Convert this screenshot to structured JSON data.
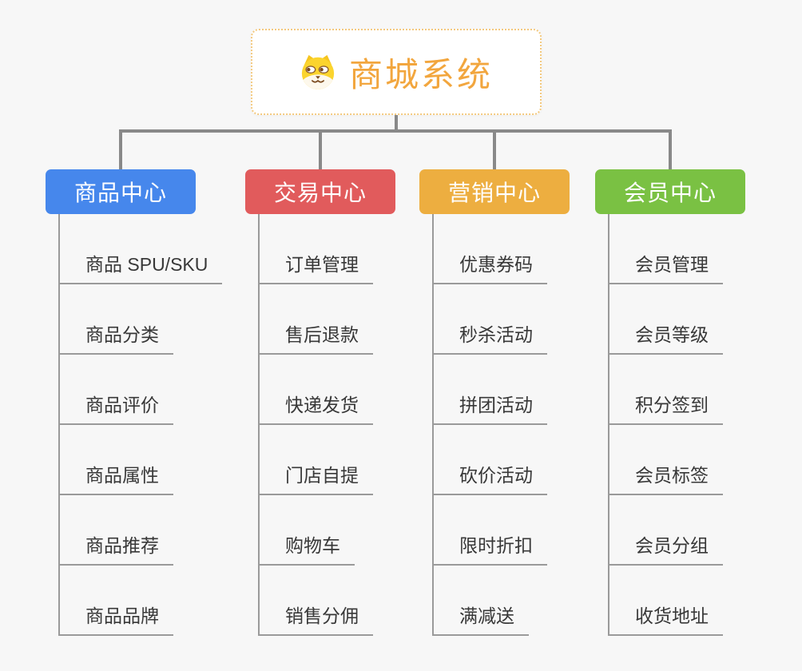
{
  "colors": {
    "bg": "#f7f7f7",
    "connector_line": "#898989",
    "item_line": "#9a9a9a",
    "item_text": "#383838",
    "root_text": "#f2a63e",
    "root_border": "#f3c97f"
  },
  "root": {
    "title": "商城系统",
    "icon": "doge-icon"
  },
  "branches": [
    {
      "label": "商品中心",
      "color": "#4687ec",
      "items": [
        "商品 SPU/SKU",
        "商品分类",
        "商品评价",
        "商品属性",
        "商品推荐",
        "商品品牌"
      ]
    },
    {
      "label": "交易中心",
      "color": "#e15b5c",
      "items": [
        "订单管理",
        "售后退款",
        "快递发货",
        "门店自提",
        "购物车",
        "销售分佣"
      ]
    },
    {
      "label": "营销中心",
      "color": "#edae40",
      "items": [
        "优惠券码",
        "秒杀活动",
        "拼团活动",
        "砍价活动",
        "限时折扣",
        "满减送"
      ]
    },
    {
      "label": "会员中心",
      "color": "#7ac143",
      "items": [
        "会员管理",
        "会员等级",
        "积分签到",
        "会员标签",
        "会员分组",
        "收货地址"
      ]
    }
  ]
}
